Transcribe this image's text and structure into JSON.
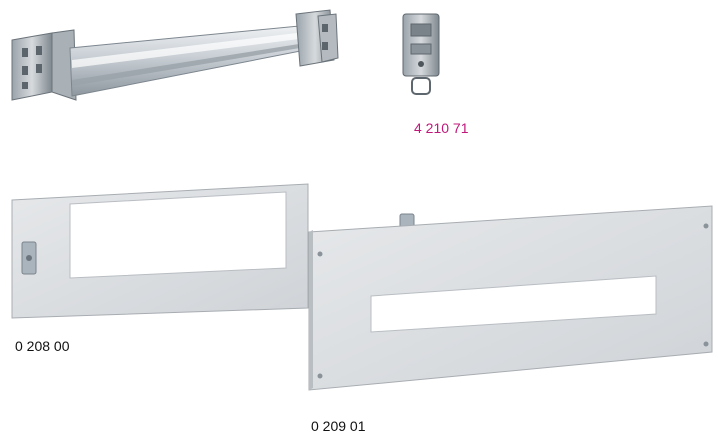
{
  "products": {
    "rail_bracket": {
      "image": "din-rail-mounting-bracket"
    },
    "clip": {
      "image": "din-clip",
      "ref": "4 210 71"
    },
    "plate_1": {
      "image": "modular-front-plate-with-cutout",
      "ref": "0 208 00"
    },
    "plate_2": {
      "image": "modular-front-plate-with-cutout",
      "ref": "0 209 01"
    }
  },
  "colors": {
    "accent_ref": "#c0187a",
    "text": "#111111",
    "plate": "#dcdfe2"
  }
}
